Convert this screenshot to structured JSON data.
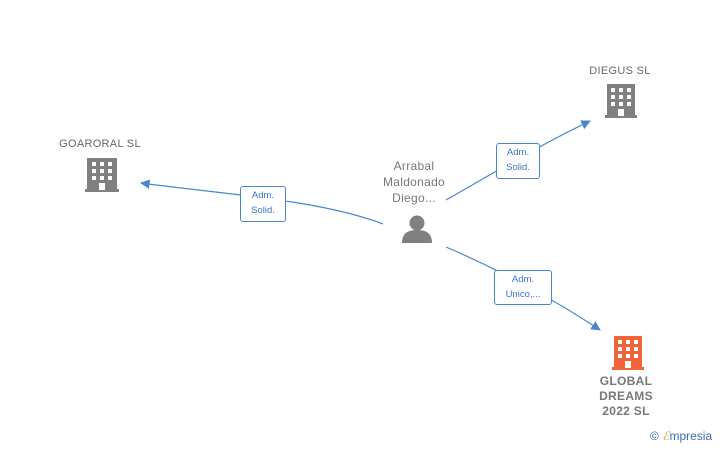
{
  "nodes": {
    "center": {
      "lines": [
        "Arrabal",
        "Maldonado",
        "Diego..."
      ]
    },
    "goaroral": {
      "name": "GOARORAL SL"
    },
    "diegus": {
      "name": "DIEGUS SL"
    },
    "global": {
      "lines": [
        "GLOBAL",
        "DREAMS",
        "2022  SL"
      ]
    }
  },
  "edges": {
    "goaroral": [
      "Adm.",
      "Solid."
    ],
    "diegus": [
      "Adm.",
      "Solid."
    ],
    "global": [
      "Adm.",
      "Unico,..."
    ]
  },
  "colors": {
    "company_gray": "#808080",
    "company_highlight": "#f0643c",
    "person_gray": "#808080",
    "edge_blue": "#4a86d0"
  },
  "brand": {
    "copyright": "©",
    "e": "ℰ",
    "rest": "mpresia"
  }
}
